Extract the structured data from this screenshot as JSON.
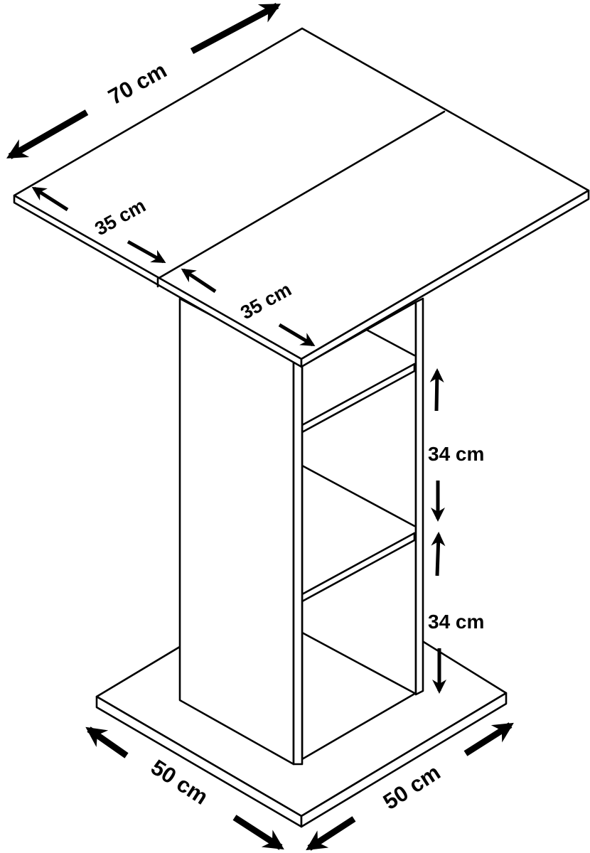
{
  "diagram": {
    "type": "furniture-dimension-drawing",
    "subject": "bar table with side shelves",
    "colors": {
      "line": "#000000",
      "background": "#ffffff"
    }
  },
  "dimensions": {
    "tabletop_width": {
      "label": "70 cm",
      "value": 70,
      "unit": "cm"
    },
    "tabletop_depth_left": {
      "label": "35 cm",
      "value": 35,
      "unit": "cm"
    },
    "tabletop_depth_right": {
      "label": "35 cm",
      "value": 35,
      "unit": "cm"
    },
    "shelf_height_upper": {
      "label": "34 cm",
      "value": 34,
      "unit": "cm"
    },
    "shelf_height_lower": {
      "label": "34 cm",
      "value": 34,
      "unit": "cm"
    },
    "base_width_left": {
      "label": "50 cm",
      "value": 50,
      "unit": "cm"
    },
    "base_width_right": {
      "label": "50 cm",
      "value": 50,
      "unit": "cm"
    }
  }
}
